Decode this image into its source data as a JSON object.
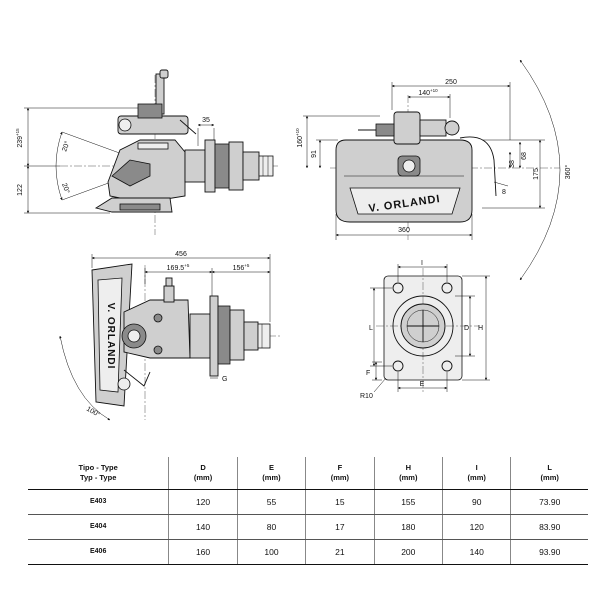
{
  "brand": "V. ORLANDI",
  "dimensions": {
    "height_upper": "239",
    "height_upper_tol": "+15",
    "height_lower": "122",
    "angle_up": "20°",
    "angle_down": "20°",
    "pin_offset": "35",
    "width_top": "250",
    "offset_top": "140",
    "offset_top_tol": "+10",
    "height_160": "160",
    "height_160_tol": "+10",
    "height_91": "91",
    "height_68": "68",
    "height_175": "175",
    "dim_38": "38",
    "dim_8": "8",
    "length_360": "360",
    "rotation_angle": "360°",
    "length_456": "456",
    "dim_169": "169.5",
    "dim_169_tol": "+5",
    "dim_156": "156",
    "dim_156_tol": "+5",
    "label_g": "G",
    "angle_100": "100°",
    "flange_i": "I",
    "flange_l": "L",
    "flange_d": "D",
    "flange_h": "H",
    "flange_f": "F",
    "flange_e": "E",
    "flange_r": "R10"
  },
  "table": {
    "type_label_1": "Tipo - Type",
    "type_label_2": "Typ - Type",
    "mm": "(mm)",
    "columns": [
      "D",
      "E",
      "F",
      "H",
      "I",
      "L"
    ],
    "rows": [
      {
        "type": "E403",
        "values": [
          "120",
          "55",
          "15",
          "155",
          "90",
          "73.90"
        ]
      },
      {
        "type": "E404",
        "values": [
          "140",
          "80",
          "17",
          "180",
          "120",
          "83.90"
        ]
      },
      {
        "type": "E406",
        "values": [
          "160",
          "100",
          "21",
          "200",
          "140",
          "93.90"
        ]
      }
    ]
  }
}
